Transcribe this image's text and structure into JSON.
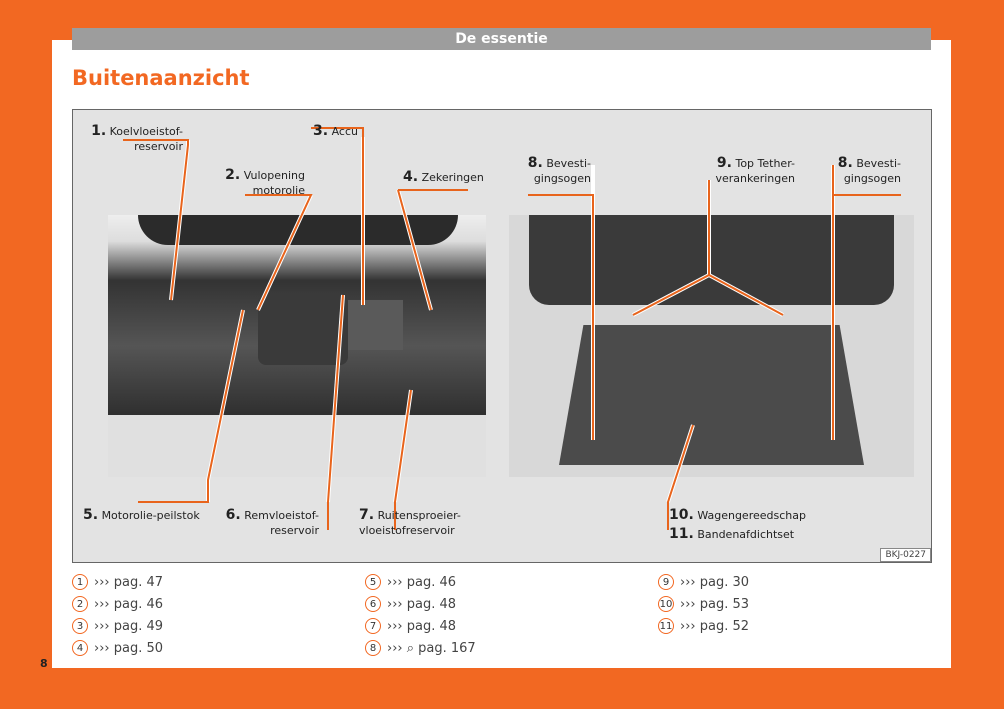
{
  "header": "De essentie",
  "title": "Buitenaanzicht",
  "figure_code": "BKJ-0227",
  "labels": {
    "l1n": "1.",
    "l1": "Koelvloeistof-",
    "l1b": "reservoir",
    "l2n": "2.",
    "l2": "Vulopening",
    "l2b": "motorolie",
    "l3n": "3.",
    "l3": "Accu",
    "l4n": "4.",
    "l4": "Zekeringen",
    "l5n": "5.",
    "l5": "Motorolie-peilstok",
    "l6n": "6.",
    "l6": "Remvloeistof-",
    "l6b": "reservoir",
    "l7n": "7.",
    "l7": "Ruitensproeier-",
    "l7b": "vloeistofreservoir",
    "l8an": "8.",
    "l8a": "Bevesti-",
    "l8ab": "gingsogen",
    "l9n": "9.",
    "l9": "Top Tether-",
    "l9b": "verankeringen",
    "l8bn": "8.",
    "l8b": "Bevesti-",
    "l8bb": "gingsogen",
    "l10n": "10.",
    "l10": "Wagengereedschap",
    "l11n": "11.",
    "l11": "Bandenafdichtset"
  },
  "refs": [
    {
      "n": "1",
      "t": "››› pag. 47"
    },
    {
      "n": "2",
      "t": "››› pag. 46"
    },
    {
      "n": "3",
      "t": "››› pag. 49"
    },
    {
      "n": "4",
      "t": "››› pag. 50"
    },
    {
      "n": "5",
      "t": "››› pag. 46"
    },
    {
      "n": "6",
      "t": "››› pag. 48"
    },
    {
      "n": "7",
      "t": "››› pag. 48"
    },
    {
      "n": "8",
      "t": "››› ⌕ pag. 167"
    },
    {
      "n": "9",
      "t": "››› pag. 30"
    },
    {
      "n": "10",
      "t": "››› pag. 53"
    },
    {
      "n": "11",
      "t": "››› pag. 52"
    }
  ],
  "page_number": "8"
}
